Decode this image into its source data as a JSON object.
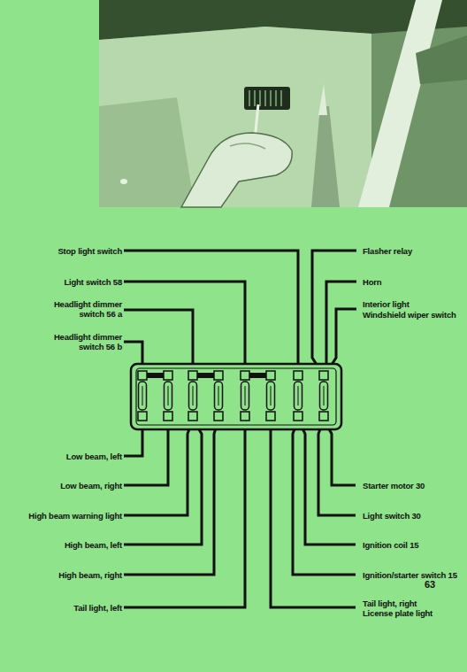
{
  "diagram": {
    "labels": [
      "Stop light switch",
      "Flasher relay",
      "Light switch 58",
      "Horn",
      "Headlight dimmer switch 56 a",
      "Interior light",
      "Windshield wiper switch",
      "Headlight dimmer switch 56 b",
      "Low beam, left",
      "Low beam, right",
      "Starter motor 30",
      "High beam warning light",
      "Light switch 30",
      "High beam, left",
      "Ignition coil 15",
      "High beam, right",
      "Ignition/starter switch 15",
      "Tail light, left",
      "Tail light, right",
      "License plate light",
      "63"
    ]
  }
}
